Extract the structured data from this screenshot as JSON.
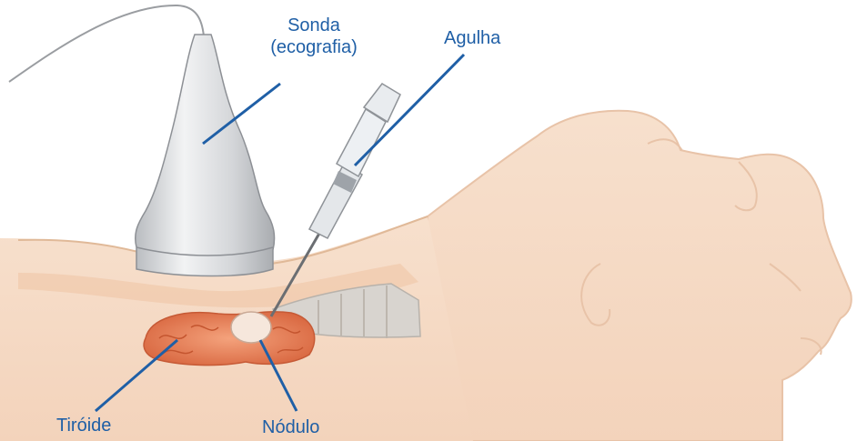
{
  "labels": {
    "probe_line1": "Sonda",
    "probe_line2": "(ecografia)",
    "needle": "Agulha",
    "thyroid": "Tiróide",
    "nodule": "Nódulo"
  },
  "colors": {
    "label_text": "#1f5fa6",
    "leader_line": "#1f5fa6",
    "skin": "#f6dcc8",
    "skin_outline": "#e8c3a8",
    "thyroid": "#e8875e",
    "probe": "#d9dadc"
  }
}
